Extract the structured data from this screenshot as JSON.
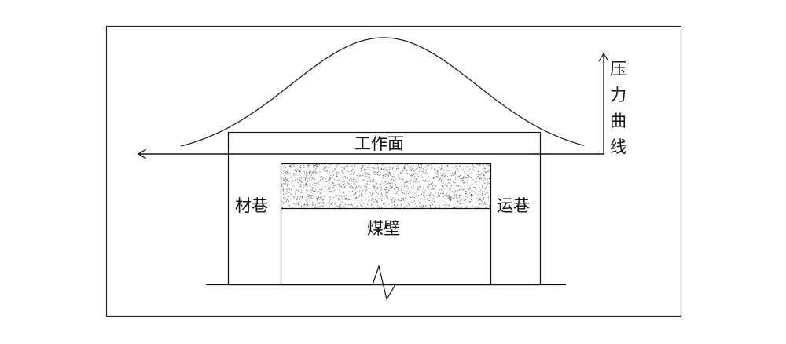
{
  "labels": {
    "working_face": "工作面",
    "material_roadway": "材巷",
    "haulage_roadway": "运巷",
    "coal_wall": "煤壁",
    "pressure_curve": "压力曲线"
  },
  "colors": {
    "line": "#111111",
    "frame": "#222222",
    "dots": "#555555"
  }
}
